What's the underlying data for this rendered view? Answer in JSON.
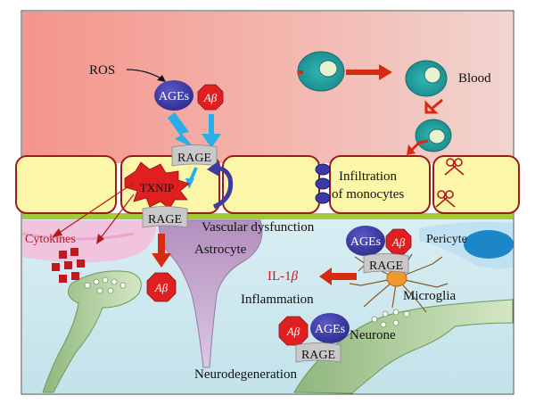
{
  "labels": {
    "ros": "ROS",
    "blood": "Blood",
    "infiltration_line1": "Infiltration",
    "infiltration_line2": "of monocytes",
    "vascular_dysfunction": "Vascular dysfunction",
    "cytokines": "Cytokines",
    "astrocyte": "Astrocyte",
    "pericyte": "Pericyte",
    "il1b_prefix": "IL-1",
    "il1b_beta": "β",
    "inflammation": "Inflammation",
    "microglia": "Microglia",
    "neurone": "Neurone",
    "neurodegeneration": "Neurodegeneration"
  },
  "molecules": {
    "ages": "AGEs",
    "abeta_prefix": "A",
    "abeta_beta": "β",
    "rage": "RAGE",
    "txnip": "TXNIP"
  },
  "colors": {
    "blood_top": "#f4948a",
    "blood_right": "#f2d4cf",
    "brain": "#c9e6ee",
    "endothelial": "#fbf6a8",
    "cell_border": "#9b1c1c",
    "ages_fill": "#3c3aa6",
    "abeta_fill": "#e02020",
    "rage_fill": "#c9c9c9",
    "arrow_red": "#d62a12",
    "arrow_blue": "#29aee8",
    "monocyte": "#24a8a8",
    "astrocyte": "#c7a6cc",
    "neurone": "#a9c893",
    "microglia": "#f09a2c",
    "pericyte": "#1d86c8"
  }
}
